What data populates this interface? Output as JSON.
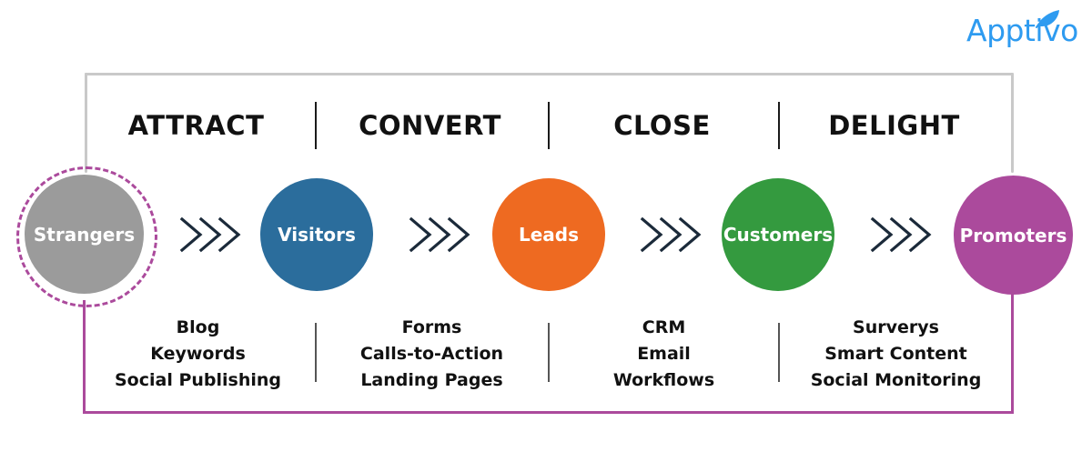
{
  "brand": {
    "logo_text": "Apptivo",
    "logo_icon": "leaf-icon",
    "logo_color": "#2e9bf0"
  },
  "colors": {
    "frame": "#c9c9c9",
    "loop": "#ab4a9c",
    "divider": "#1a1a1a",
    "chevron": "#1b2a3a",
    "strangers": "#9b9b9b",
    "visitors": "#2b6d9c",
    "leads": "#ee6a21",
    "customers": "#349a3f",
    "promoters": "#ab4a9c"
  },
  "stages": [
    {
      "header": "ATTRACT",
      "node": "Strangers",
      "tactics": [
        "Blog",
        "Keywords",
        "Social Publishing"
      ]
    },
    {
      "header": "CONVERT",
      "node": "Visitors",
      "tactics": [
        "Forms",
        "Calls-to-Action",
        "Landing Pages"
      ]
    },
    {
      "header": "CLOSE",
      "node": "Leads",
      "tactics": [
        "CRM",
        "Email",
        "Workflows"
      ]
    },
    {
      "header": "DELIGHT",
      "node": "Customers",
      "tactics": [
        "Surverys",
        "Smart Content",
        "Social Monitoring"
      ]
    }
  ],
  "final_node": "Promoters",
  "arrows": [
    {
      "name": "arrow-strangers-to-visitors",
      "glyph": "chevrons-right"
    },
    {
      "name": "arrow-visitors-to-leads",
      "glyph": "chevrons-right"
    },
    {
      "name": "arrow-leads-to-customers",
      "glyph": "chevrons-right"
    },
    {
      "name": "arrow-customers-to-promoters",
      "glyph": "chevrons-right"
    }
  ]
}
